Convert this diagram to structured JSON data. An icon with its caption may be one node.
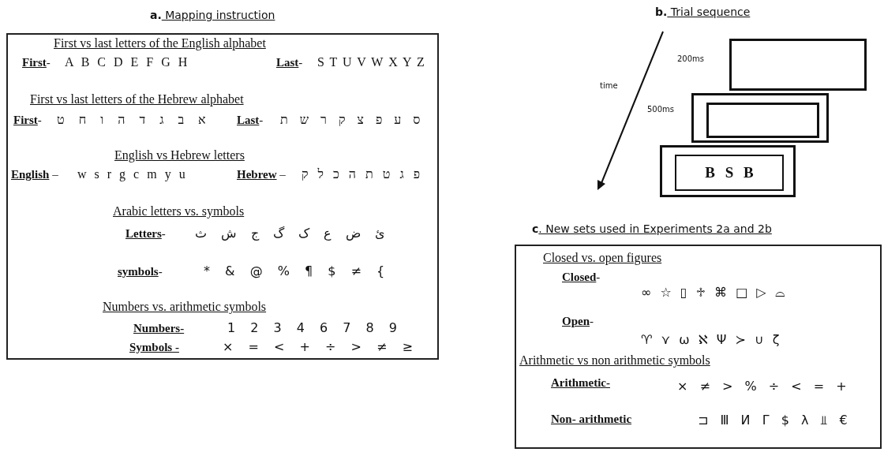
{
  "diagram": {
    "nodes": [
      {
        "text": [
          "**a.** Mapping instruction",
          "First vs  last letters of the English alphabet",
          "**First**-",
          "A B C D E F G H",
          "**Last**-",
          "S T U V W X Y Z",
          "First  vs  last letters of the Hebrew alphabet",
          "**First**-",
          "ט ח ו ה ד ג ב א",
          "**Last**-",
          "ת ש ר ק צ פ ע ס",
          "English vs   Hebrew letters",
          "**English** –",
          "w s r g c m y u",
          "**Hebrew** –",
          "ק ל כ ה ת ט ג פ",
          "Arabic letters  vs. symbols",
          "**Letters**-",
          "ث ش ج گ ک ع ض ئ",
          "**symbols**-",
          "* & @ % ¶ $ ≠ {",
          "Numbers vs. arithmetic symbols",
          "**Numbers-**",
          "1 2 3 4 6 7 8 9",
          "**Symbols -**",
          "× = < + ÷ > ≠ ≥"
        ]
      },
      {
        "text": [],
        "shape": "box",
        "beside": [
          "200ms"
        ]
      },
      {
        "text": [],
        "shape": "box",
        "beside": [
          "500ms"
        ]
      },
      {
        "text": [],
        "shape": "box",
        "in": 2
      },
      {
        "text": [],
        "shape": "box"
      },
      {
        "text": [
          "B S B"
        ],
        "in": 4
      },
      {
        "text": [
          "**c**. New sets used in Experiments 2a and 2b",
          "Closed vs. open figures",
          "**Closed**-",
          "∞ ☆ ▯ ♱ ⌘ □ ▷ ⌓",
          "**Open**-",
          "♈ ⋎ ⍵ ℵ Ψ ≻ ∪ ζ",
          "Arithmetic vs  non arithmetic symbols",
          "**Arithmetic-**",
          "× ≠ > % ÷ < = +",
          "**Non- arithmetic**",
          "⊐ Ⅲ И Γ $ λ ⫫ €"
        ]
      }
    ],
    "labels": [
      "**b.** Trial sequence",
      "time"
    ]
  }
}
